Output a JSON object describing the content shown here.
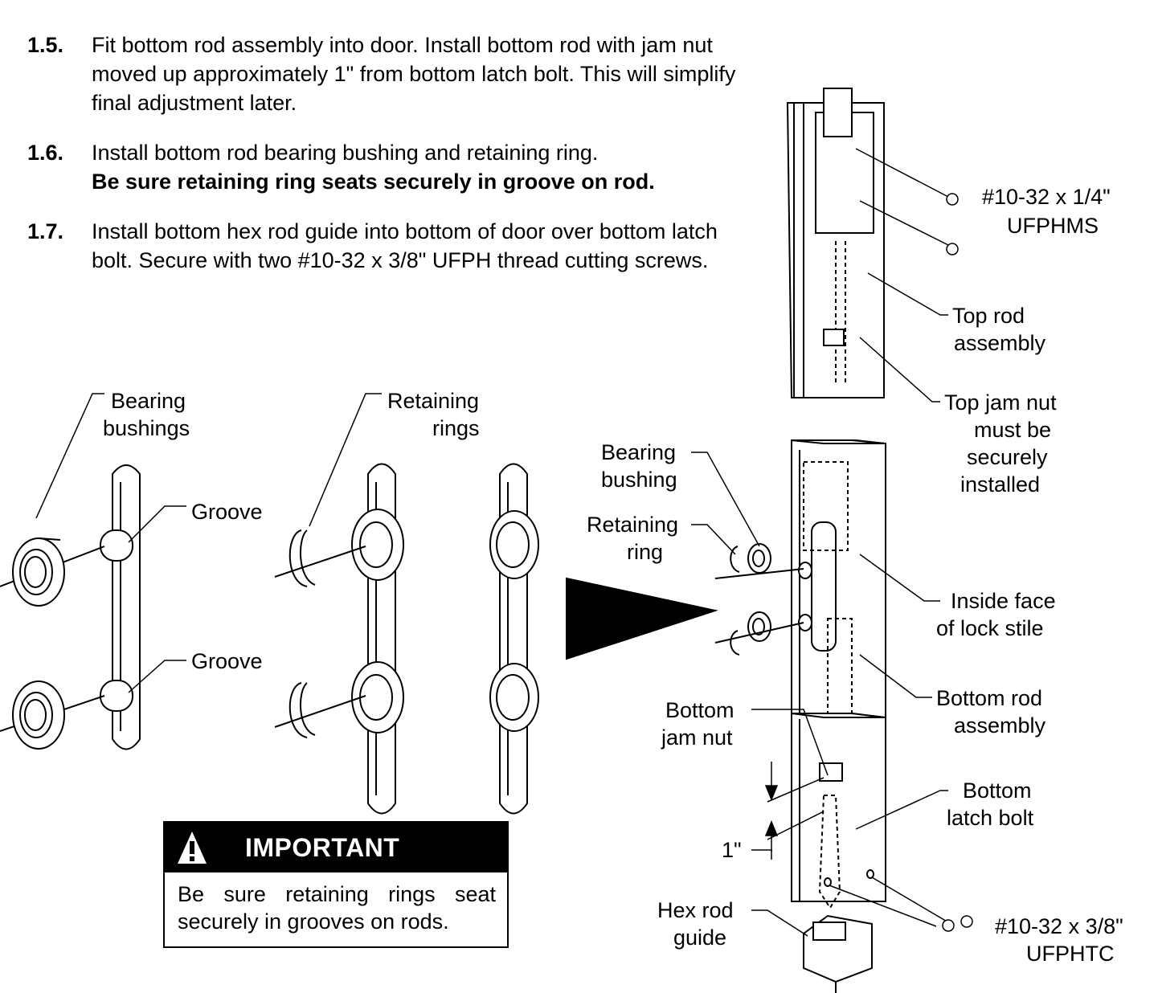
{
  "steps": [
    {
      "number": "1.5.",
      "text": "Fit bottom rod assembly into door. Install bottom rod with jam nut moved up approximately 1\" from bottom latch bolt. This will simplify final adjustment later.",
      "bold": ""
    },
    {
      "number": "1.6.",
      "text": "Install bottom rod bearing bushing and retaining ring.",
      "bold": "Be sure retaining ring seats securely in groove on rod."
    },
    {
      "number": "1.7.",
      "text": "Install bottom hex rod guide into bottom of door over bottom latch bolt. Secure with two #10-32 x 3/8\" UFPH thread cutting screws.",
      "bold": ""
    }
  ],
  "labels": {
    "bearing_bushings": [
      "Bearing",
      "bushings"
    ],
    "groove": "Groove",
    "retaining_rings": [
      "Retaining",
      "rings"
    ],
    "screw_top": [
      "#10-32 x 1/4\"",
      "UFPHMS"
    ],
    "top_rod": [
      "Top rod",
      "assembly"
    ],
    "top_jam_nut": [
      "Top jam nut",
      "must be",
      "securely",
      "installed"
    ],
    "bearing_bushing": [
      "Bearing",
      "bushing"
    ],
    "retaining_ring": [
      "Retaining",
      "ring"
    ],
    "inside_face": [
      "Inside face",
      "of lock stile"
    ],
    "bottom_rod": [
      "Bottom rod",
      "assembly"
    ],
    "bottom_jam_nut": [
      "Bottom",
      "jam nut"
    ],
    "bottom_latch": [
      "Bottom",
      "latch bolt"
    ],
    "one_inch": "1\"",
    "hex_rod": [
      "Hex rod",
      "guide"
    ],
    "screw_bottom": [
      "#10-32 x 3/8\"",
      "UFPHTC"
    ]
  },
  "important": {
    "title": "IMPORTANT",
    "text": "Be sure retaining rings seat securely in grooves on rods."
  }
}
